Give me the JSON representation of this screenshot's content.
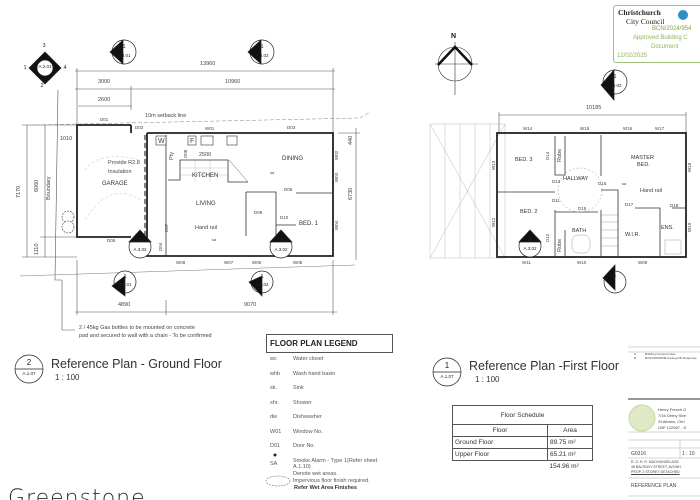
{
  "ground_floor": {
    "title": "Reference Plan - Ground Floor",
    "scale": "1 : 100",
    "sheet_no": "2",
    "sheet_ref": "A.1.07",
    "elevation_marker": {
      "ref": "A.2.01",
      "n1": "1",
      "n2": "2",
      "n3": "3",
      "n4": "4"
    },
    "section_markers": [
      {
        "no": "1",
        "ref": "A.3.01"
      },
      {
        "no": "1",
        "ref": "A.3.02"
      },
      {
        "no": "2",
        "ref": "A.3.02"
      },
      {
        "no": "2",
        "ref": "A.3.02"
      },
      {
        "no": "1",
        "ref": "A.3.01"
      },
      {
        "no": "1",
        "ref": "A.3.02"
      }
    ],
    "dims": {
      "overall": "13960",
      "garage": "3000",
      "house": "10960",
      "garage_inner": "2600",
      "d1010": "1010",
      "d7170": "7170",
      "d6060": "6060",
      "d1110": "1110",
      "d440": "440",
      "d6730": "6730",
      "kitchen": "2500",
      "bottom_left": "4890",
      "bottom_right": "9070"
    },
    "setback": "10m setback line",
    "boundary": "Boundary",
    "rooms": {
      "garage": "GARAGE",
      "kitchen": "KITCHEN",
      "dining": "DINING",
      "living": "LIVING",
      "bed1": "BED. 1",
      "pantry": "Pty",
      "laundry": "W",
      "fridge": "F"
    },
    "insulation_note": [
      "Provide R2.8",
      "Insulation"
    ],
    "hand_rail": "Hand rail",
    "sa": "sa",
    "doors": [
      "D01",
      "D02",
      "D03",
      "D04",
      "D05",
      "D06",
      "D07",
      "D08",
      "D09",
      "D10"
    ],
    "windows": [
      "W01",
      "W02",
      "W03",
      "W04",
      "W05",
      "W06",
      "W07",
      "W08"
    ],
    "gas_note": [
      "2 / 45kg Gas bottles to be mounted on concrete",
      "pad and secured to wall with a chain - To be confirmed"
    ]
  },
  "first_floor": {
    "title": "Reference Plan -First Floor",
    "scale": "1 : 100",
    "sheet_no": "1",
    "sheet_ref": "A.1.07",
    "north": "N",
    "section_markers": [
      {
        "no": "1",
        "ref": "A.3.02"
      },
      {
        "no": "2",
        "ref": "A.3.02"
      },
      {
        "no": "1",
        "ref": ""
      }
    ],
    "dims": {
      "overall": "10185"
    },
    "rooms": {
      "bed3": "BED. 3",
      "bed2": "BED. 2",
      "master": [
        "MASTER",
        "BED."
      ],
      "hallway": "HALLWAY",
      "bath": "BATH",
      "wir": "W.I.R.",
      "ens": "ENS.",
      "robe1": "Robe",
      "robe2": "Robe"
    },
    "hand_rail": "Hand rail",
    "sa": "sa",
    "doors": [
      "D11",
      "D12",
      "D13",
      "D14",
      "D15",
      "D16",
      "D17",
      "D18"
    ],
    "windows": [
      "W09",
      "W10",
      "W11",
      "W12",
      "W13",
      "W14",
      "W15",
      "W16",
      "W17",
      "W18",
      "W19"
    ]
  },
  "legend": {
    "title": "FLOOR PLAN  LEGEND",
    "items": [
      {
        "code": "wc",
        "desc": "Water closet"
      },
      {
        "code": "whb",
        "desc": "Wash hand basin"
      },
      {
        "code": "sk.",
        "desc": "Sink"
      },
      {
        "code": "shr.",
        "desc": "Shower"
      },
      {
        "code": "dw",
        "desc": "Dishwasher"
      },
      {
        "code": "W01",
        "desc": "Window No."
      },
      {
        "code": "D01",
        "desc": "Door No."
      },
      {
        "code": "SA",
        "desc": "Smoke Alarm - Type 1(Refer sheet A.1.10)"
      }
    ],
    "wet_area": [
      "Denote wet areas.",
      "Impervious floor finish required.",
      "Refer Wet Area Finishes"
    ]
  },
  "floor_schedule": {
    "title": "Floor Schedule",
    "headers": [
      "Floor",
      "Area"
    ],
    "rows": [
      [
        "Ground Floor",
        "89.75 m²"
      ],
      [
        "Upper Floor",
        "65.21 m²"
      ]
    ],
    "total": "154.96 m²"
  },
  "council_stamp": {
    "name1": "Christchurch",
    "name2": "City Council",
    "ref": "BCN/2024/954",
    "status1": "Approved Building C",
    "status2": "Document",
    "date": "12/02/2025",
    "color": "#8fb35c"
  },
  "title_block": {
    "company": [
      "Henry French D",
      "7/16 Derby Stre",
      "St Albans, Chri",
      "LBP 122967 - D"
    ],
    "job_no": "G0316",
    "scale": "1 : 10",
    "client": "R. D. R. R. MUDIYANSELAGE",
    "address": "46 BALRUDY STREET, AVONH",
    "project": "PROP. 2 STOREY DETACHED",
    "drawing_title": "REFERENCE PLAN",
    "revisions": [
      {
        "rev": "A",
        "desc": "Building Consent Issue"
      },
      {
        "rev": "B",
        "desc": "BCN/2024/9548 Issuing RFI Response"
      }
    ]
  },
  "logo_text": "Greenstone"
}
